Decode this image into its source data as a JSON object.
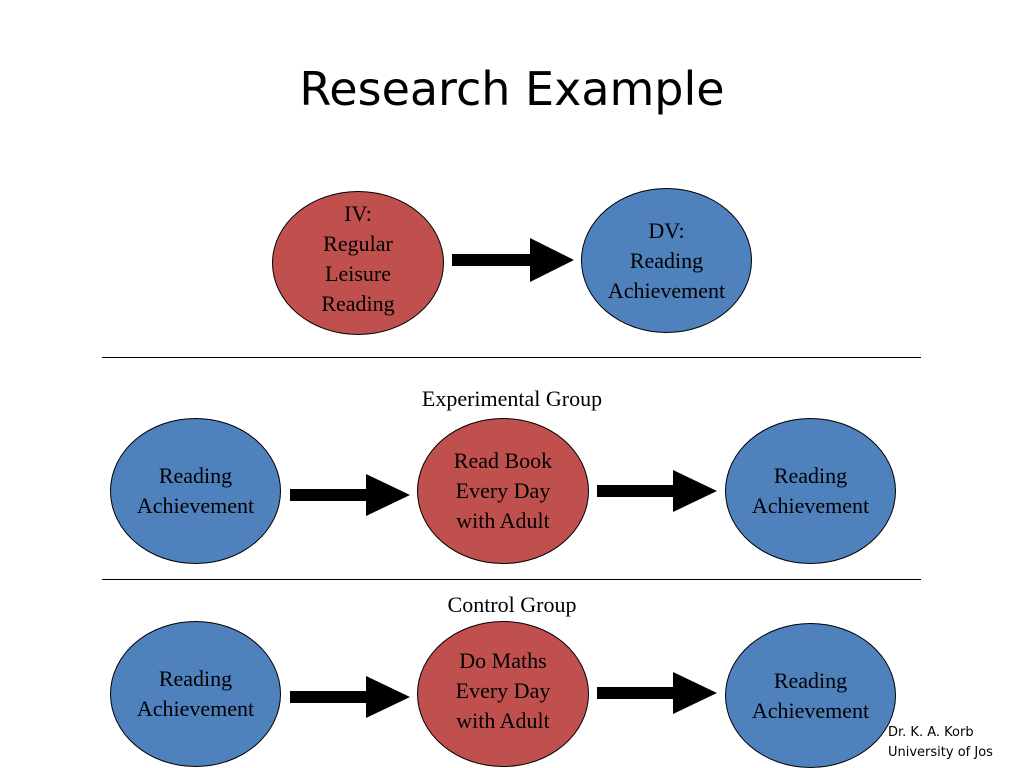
{
  "title": "Research Example",
  "top_row": {
    "iv": [
      "IV:",
      "Regular",
      "Leisure",
      "Reading"
    ],
    "dv": [
      "DV:",
      "Reading",
      "Achievement"
    ]
  },
  "experimental": {
    "label": "Experimental Group",
    "pre": [
      "Reading",
      "Achievement"
    ],
    "treatment": [
      "Read Book",
      "Every Day",
      "with Adult"
    ],
    "post": [
      "Reading",
      "Achievement"
    ]
  },
  "control": {
    "label": "Control Group",
    "pre": [
      "Reading",
      "Achievement"
    ],
    "treatment": [
      "Do Maths",
      "Every Day",
      "with Adult"
    ],
    "post": [
      "Reading",
      "Achievement"
    ]
  },
  "credit": [
    "Dr. K. A. Korb",
    "University of Jos"
  ],
  "colors": {
    "independent": "#c0504d",
    "dependent": "#4f81bd"
  },
  "icons": {
    "arrow": "right-arrow-icon"
  }
}
